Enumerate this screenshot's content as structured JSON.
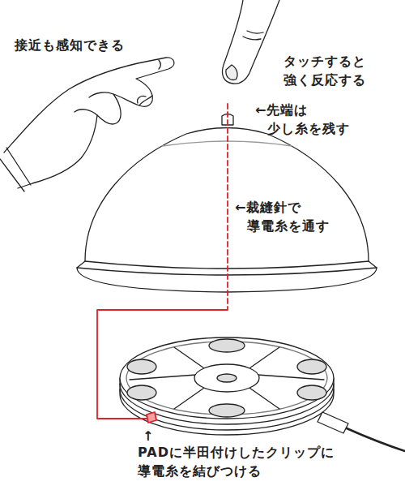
{
  "diagram": {
    "labels": [
      "接近も感知できる",
      "タッチすると 強く反応する",
      "←先端は 少し糸を残す",
      "←裁縫針で 導電糸を通す",
      "↑",
      "PADに半田付けしたクリップに 導電糸を結びつける"
    ]
  }
}
